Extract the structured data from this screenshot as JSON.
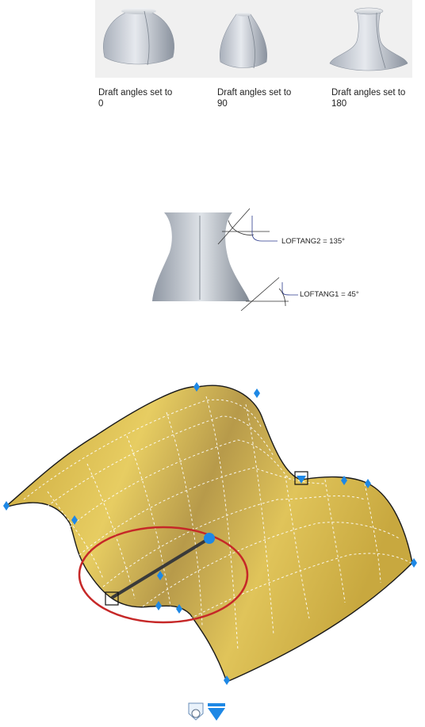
{
  "draft_examples": [
    {
      "caption_line1": "Draft angles set to",
      "caption_line2": "0"
    },
    {
      "caption_line1": "Draft angles set to",
      "caption_line2": "90"
    },
    {
      "caption_line1": "Draft angles set to",
      "caption_line2": "180"
    }
  ],
  "loft_diagram": {
    "angle_top_label": "LOFTANG2 = 135°",
    "angle_bottom_label": "LOFTANG1 = 45°"
  },
  "surface": {
    "fill_color": "#d9b846",
    "gizmo_color": "#1e88e5",
    "highlight_ring_color": "#c62828"
  },
  "toolbar_icons": [
    "gizmo-icon",
    "triangle-down-icon"
  ]
}
